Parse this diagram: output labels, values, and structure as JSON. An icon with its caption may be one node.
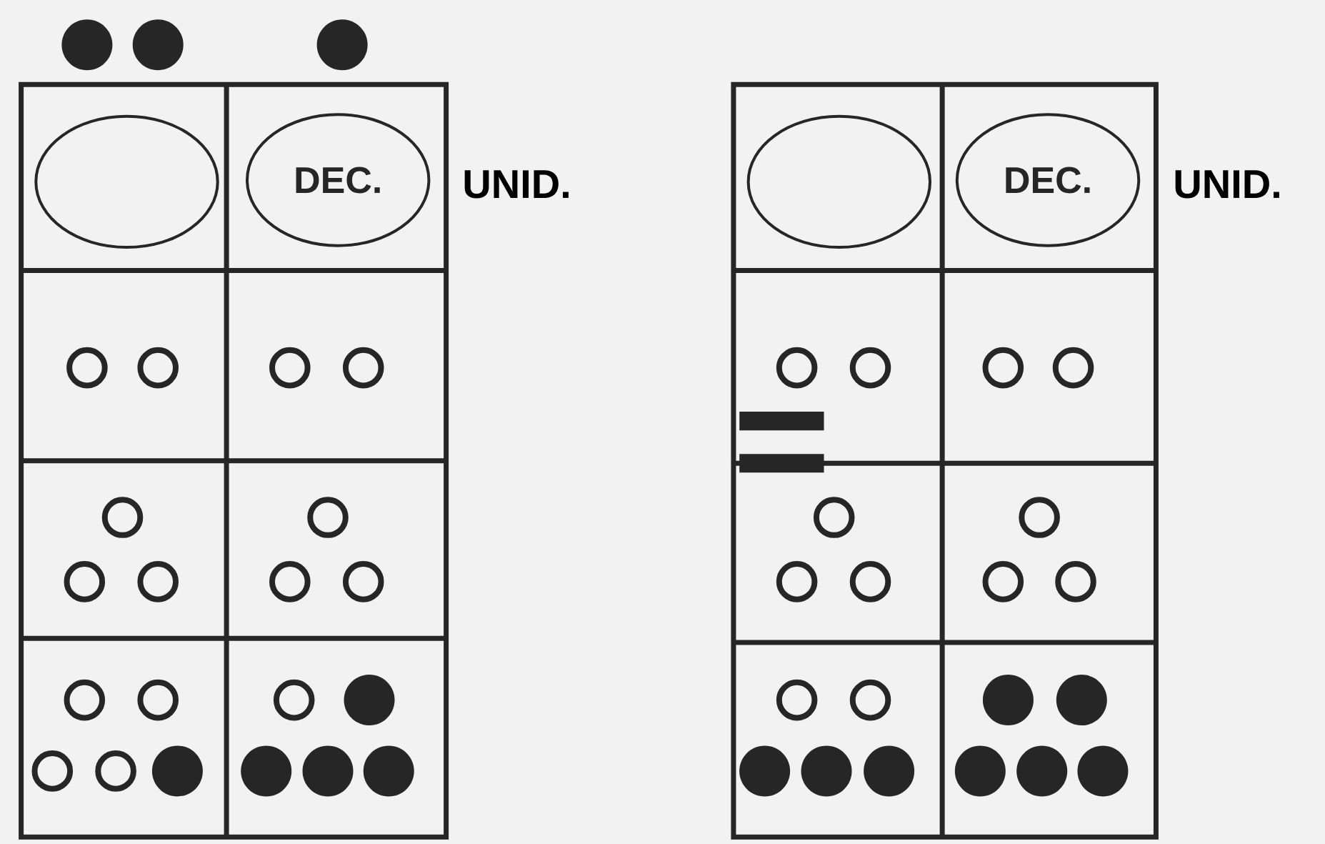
{
  "diagram": {
    "nodes": [
      {
        "text": [],
        "shape": "ellipse"
      },
      {
        "text": [
          "DEC."
        ]
      },
      {
        "text": [],
        "shape": "ellipse"
      },
      {
        "text": [
          "DEC."
        ]
      }
    ],
    "labels": [
      "UNID.",
      "UNID."
    ]
  }
}
